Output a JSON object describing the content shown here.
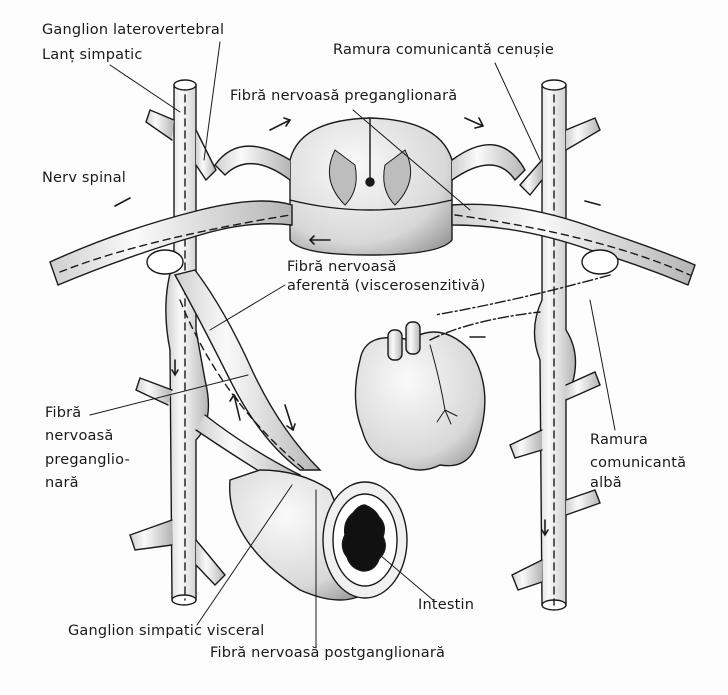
{
  "labels": {
    "ganglion_laterovertebral": "Ganglion laterovertebral",
    "lant_simpatic": "Lanț simpatic",
    "ramura_cenusie": "Ramura comunicantă cenușie",
    "fibra_preganglionara_top": "Fibră nervoasă preganglionară",
    "nerv_spinal": "Nerv spinal",
    "fibra_aferenta_1": "Fibră nervoasă",
    "fibra_aferenta_2": "aferentă (viscerosenzitivă)",
    "fibra_pregang_left_1": "Fibră",
    "fibra_pregang_left_2": "nervoasă",
    "fibra_pregang_left_3": "preganglio-",
    "fibra_pregang_left_4": "nară",
    "ramura_alba_1": "Ramura",
    "ramura_alba_2": "comunicantă",
    "ramura_alba_3": "albă",
    "intestin": "Intestin",
    "ganglion_visceral": "Ganglion simpatic visceral",
    "fibra_postganglionara": "Fibră nervoasă postganglionară"
  },
  "colors": {
    "ink": "#1a1a1a",
    "shade": "#9a9a9a",
    "fill": "#f2f2f2"
  }
}
